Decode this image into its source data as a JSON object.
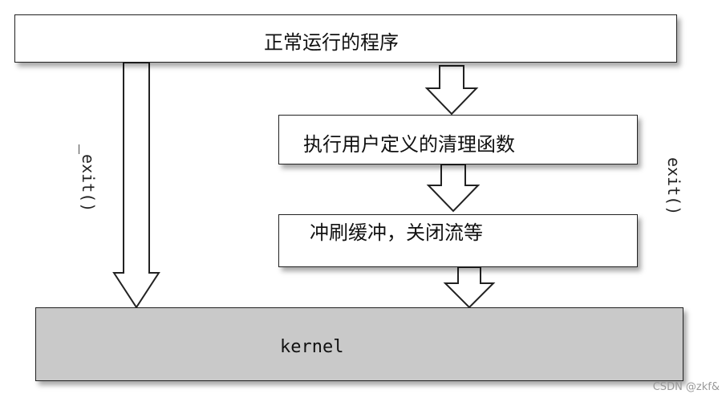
{
  "boxes": {
    "top": "正常运行的程序",
    "cleanup": "执行用户定义的清理函数",
    "flush": "冲刷缓冲，关闭流等",
    "kernel": "kernel"
  },
  "labels": {
    "underscore_exit": "_exit()",
    "exit": "exit()"
  },
  "watermark": "CSDN @zkf&",
  "colors": {
    "kernel_fill": "#c9c9c9",
    "box_fill": "#ffffff"
  }
}
